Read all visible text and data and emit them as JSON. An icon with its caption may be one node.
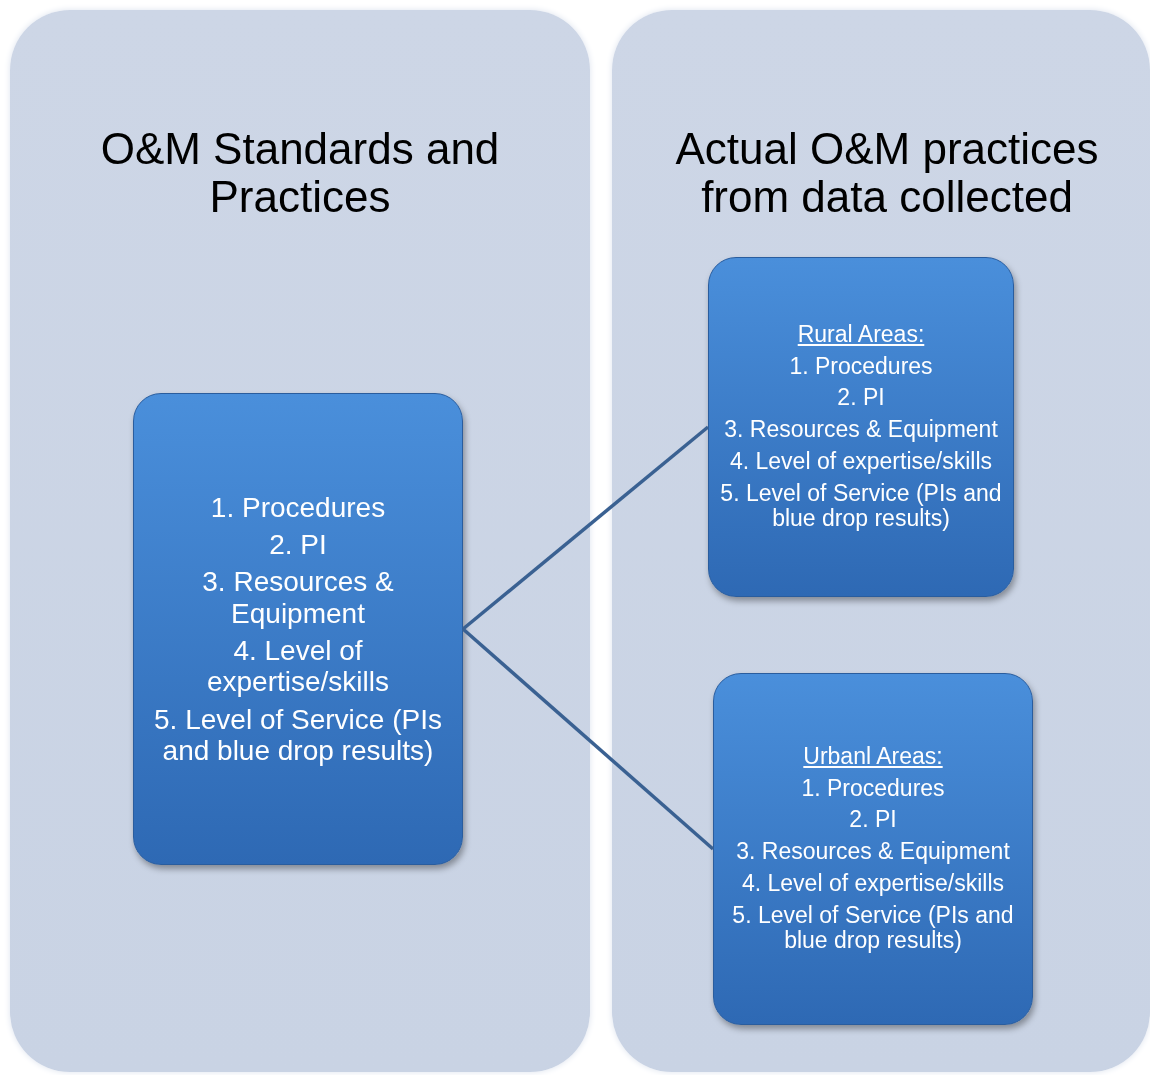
{
  "diagram": {
    "nodes": [
      {
        "text": [
          "O&M Standards and Practices"
        ]
      },
      {
        "text": [
          "1. Procedures",
          "2. PI",
          "3. Resources & Equipment",
          "4. Level of expertise/skills",
          "5. Level of Service (PIs and blue drop results)"
        ],
        "in": 0
      },
      {
        "text": [
          "Actual O&M practices from data collected"
        ]
      },
      {
        "text": [
          "Rural Areas:",
          "1. Procedures",
          "2. PI",
          "3. Resources & Equipment",
          "4. Level of expertise/skills",
          "5. Level of Service (PIs and blue drop results)"
        ],
        "in": 2
      },
      {
        "text": [
          "Urbanl Areas:",
          "1. Procedures",
          "2. PI",
          "3. Resources & Equipment",
          "4. Level of expertise/skills",
          "5. Level of Service (PIs and blue drop results)"
        ],
        "in": 2
      }
    ],
    "edges": [
      {
        "from": 1,
        "to": 3,
        "arrow": "none"
      },
      {
        "from": 1,
        "to": 4,
        "arrow": "none"
      }
    ]
  }
}
